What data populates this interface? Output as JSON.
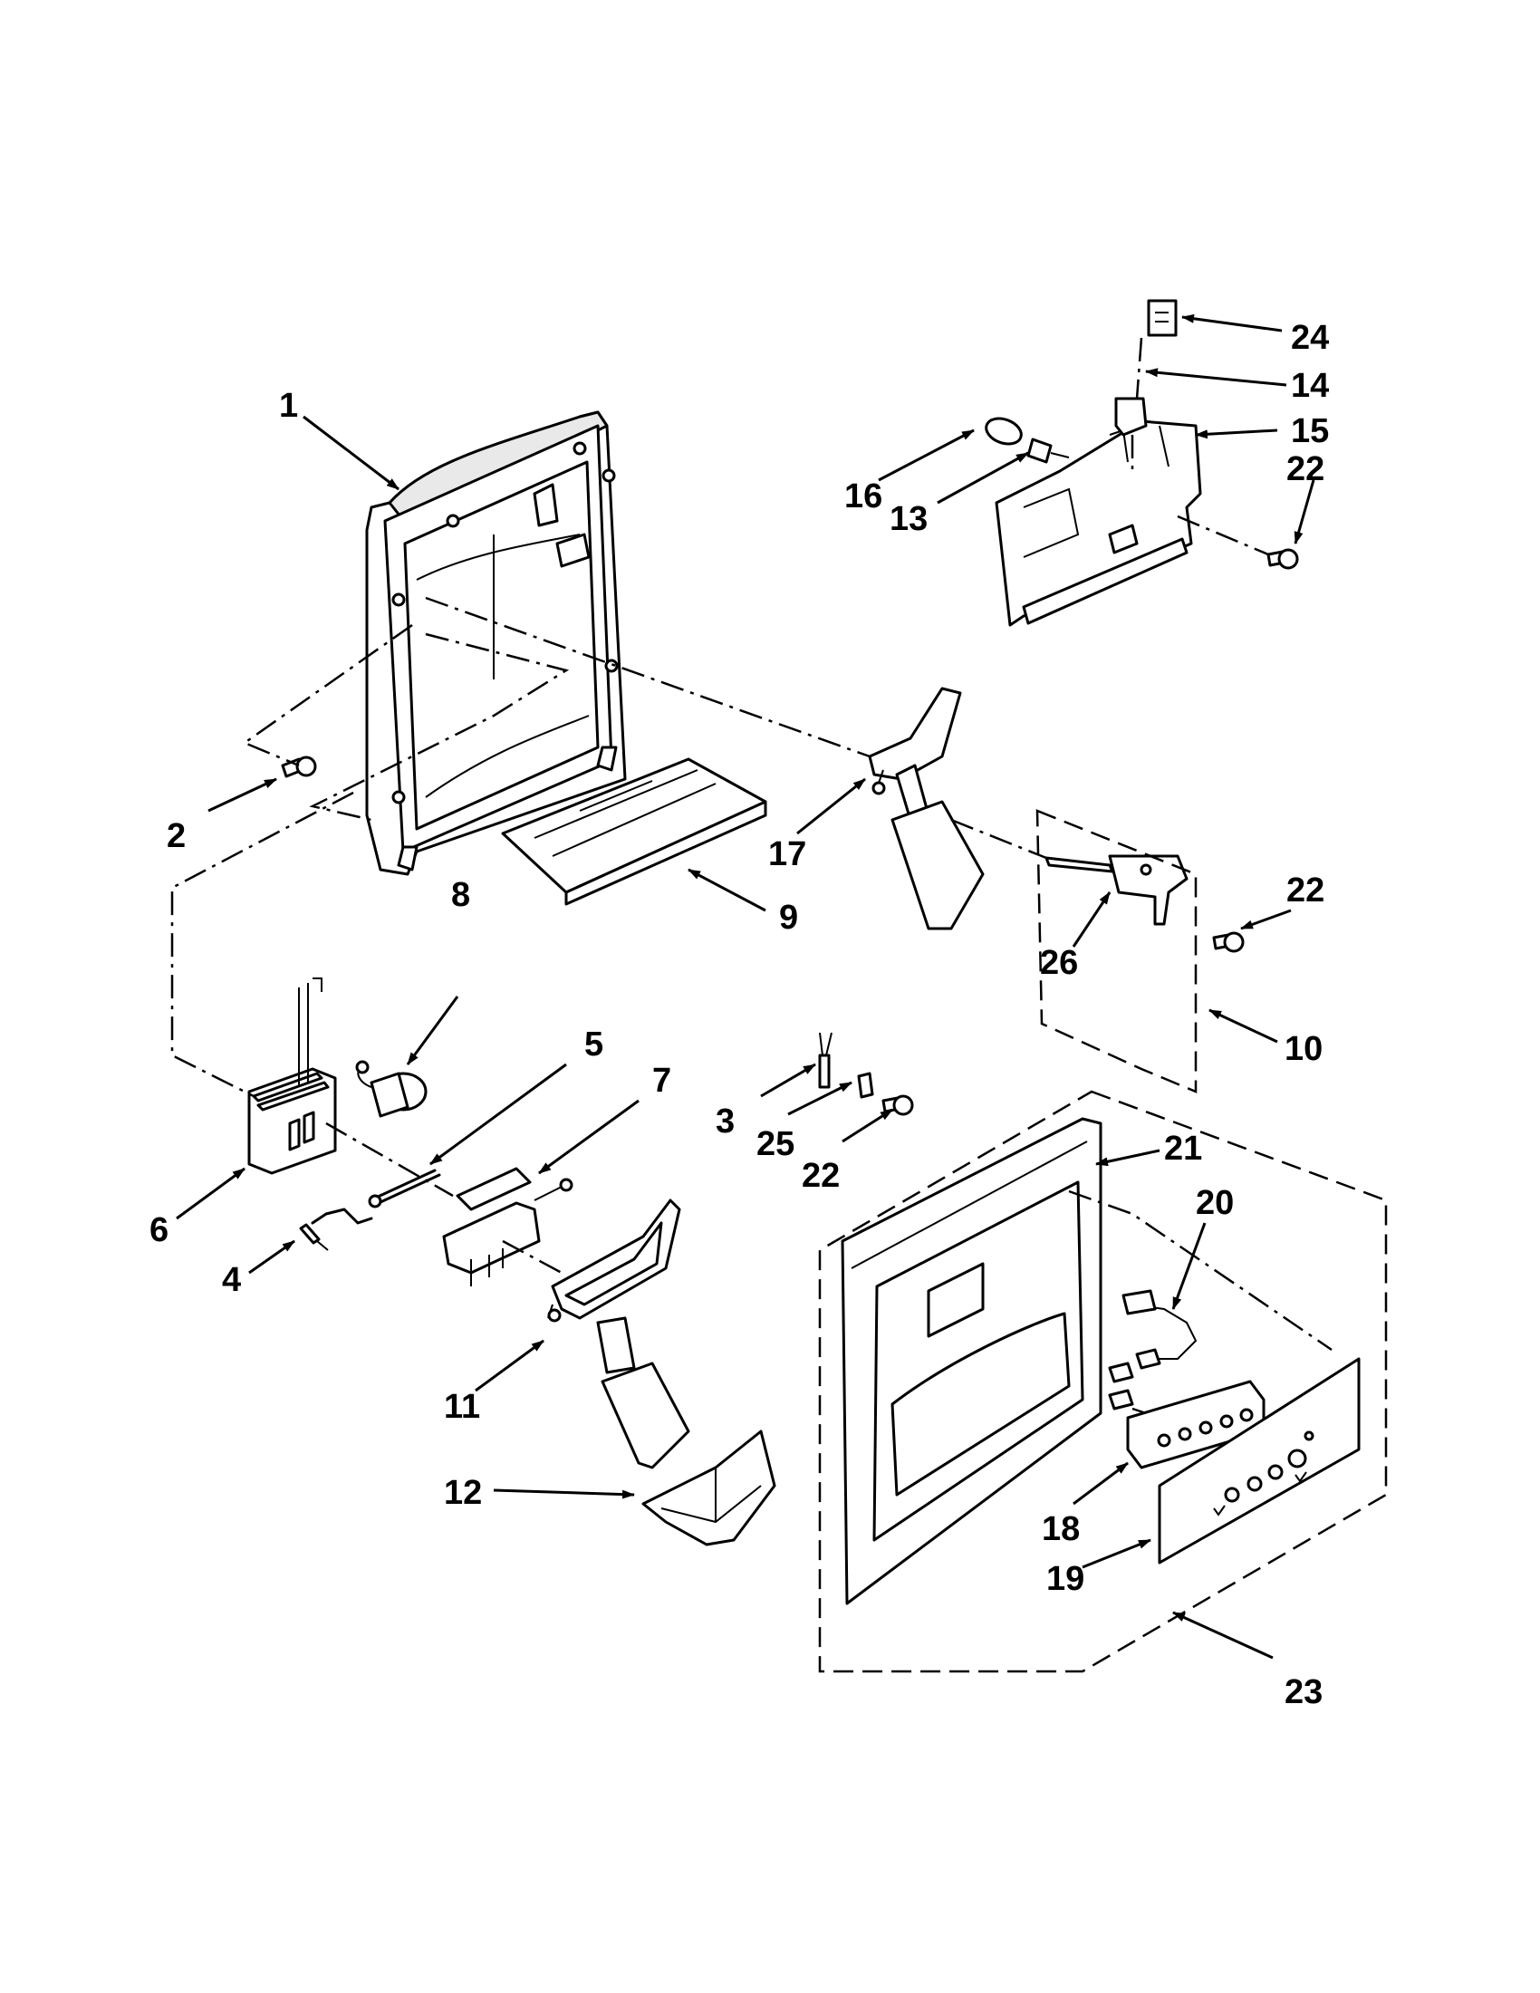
{
  "callouts": {
    "c1": "1",
    "c2": "2",
    "c3": "3",
    "c4": "4",
    "c5": "5",
    "c6": "6",
    "c7": "7",
    "c8": "8",
    "c9": "9",
    "c10": "10",
    "c11": "11",
    "c12": "12",
    "c13": "13",
    "c14": "14",
    "c15": "15",
    "c16": "16",
    "c17": "17",
    "c18": "18",
    "c19": "19",
    "c20": "20",
    "c21": "21",
    "c22a": "22",
    "c22b": "22",
    "c22c": "22",
    "c23": "23",
    "c24": "24",
    "c25": "25",
    "c26": "26"
  },
  "colors": {
    "line": "#000000",
    "background": "#ffffff",
    "shade": "#e9e9e9"
  }
}
